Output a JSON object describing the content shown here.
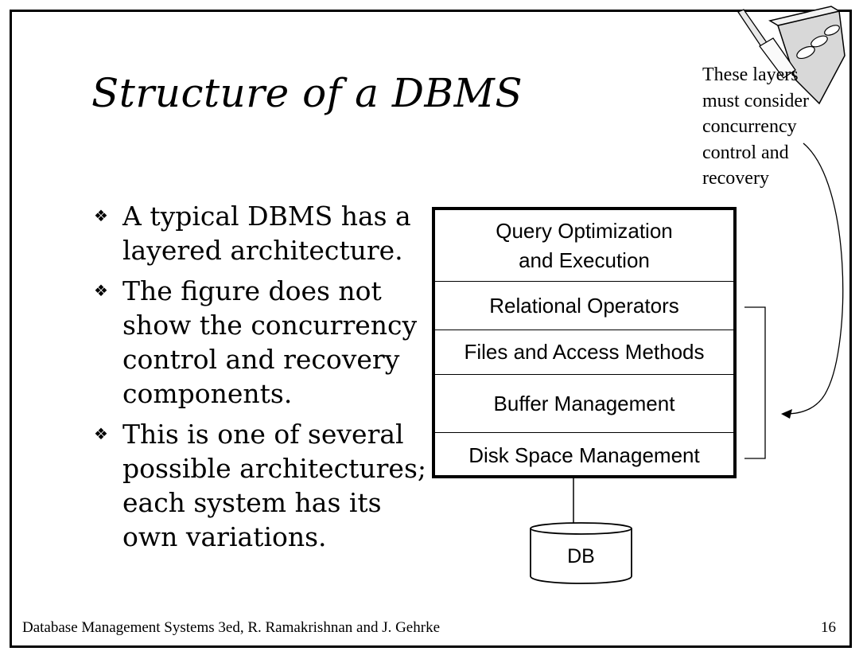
{
  "slide": {
    "title": "Structure of a DBMS",
    "bullets": [
      "A typical DBMS has a layered architecture.",
      "The figure does not show the concurrency control and recovery components.",
      "This is one of several possible architectures; each system has its own variations."
    ],
    "bullet_icon": "diamond-bullet-icon"
  },
  "diagram": {
    "layers": [
      "Query Optimization and Execution",
      "Relational Operators",
      "Files and Access Methods",
      "Buffer Management",
      "Disk Space Management"
    ],
    "db_label": "DB",
    "note": "These layers must consider concurrency control and recovery"
  },
  "footer": {
    "citation": "Database Management Systems 3ed,  R. Ramakrishnan and J. Gehrke",
    "page_number": "16"
  },
  "icons": {
    "corner_graphic": "trowel-brick-icon"
  }
}
